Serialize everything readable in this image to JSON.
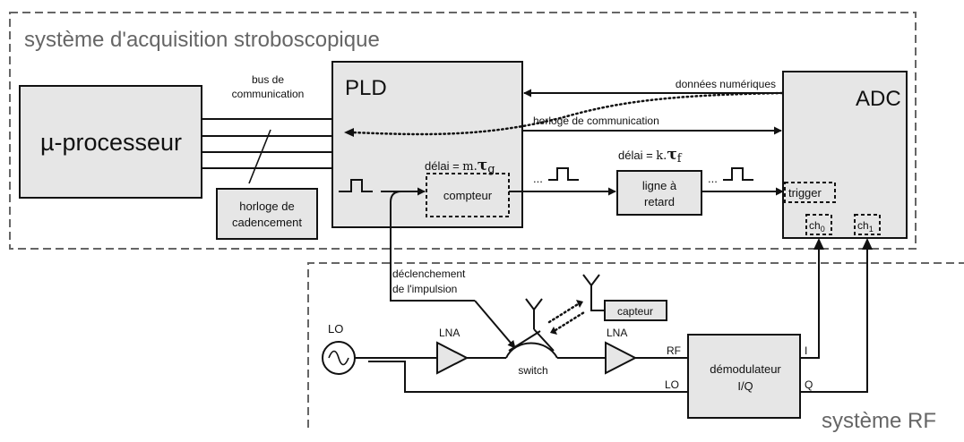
{
  "acquisition_system": {
    "title": "système d'acquisition stroboscopique"
  },
  "rf_system": {
    "title": "système RF"
  },
  "blocks": {
    "microprocessor": "µ-processeur",
    "pld": "PLD",
    "adc": "ADC",
    "clock_line1": "horloge de",
    "clock_line2": "cadencement",
    "counter": "compteur",
    "delay_line1": "ligne à",
    "delay_line2": "retard",
    "trigger": "trigger",
    "ch0": "ch",
    "ch0_sub": "0",
    "ch1": "ch",
    "ch1_sub": "1",
    "sensor": "capteur",
    "demod_line1": "démodulateur",
    "demod_line2": "I/Q"
  },
  "labels": {
    "bus_line1": "bus de",
    "bus_line2": "communication",
    "digital_data": "données numériques",
    "comm_clock": "horloge de communication",
    "delay_pld_prefix": "délai = ",
    "delay_pld_formula": "m.",
    "delay_pld_tau": "τ",
    "delay_pld_sub": "g",
    "delay_line_prefix": "délai = ",
    "delay_line_formula": "k.",
    "delay_line_tau": "τ",
    "delay_line_sub": "f",
    "trigger_line1": "déclenchement",
    "trigger_line2": "de l'impulsion",
    "lo_source": "LO",
    "lna1": "LNA",
    "lna2": "LNA",
    "switch": "switch",
    "rf_port": "RF",
    "lo_port": "LO",
    "i_port": "I",
    "q_port": "Q"
  }
}
